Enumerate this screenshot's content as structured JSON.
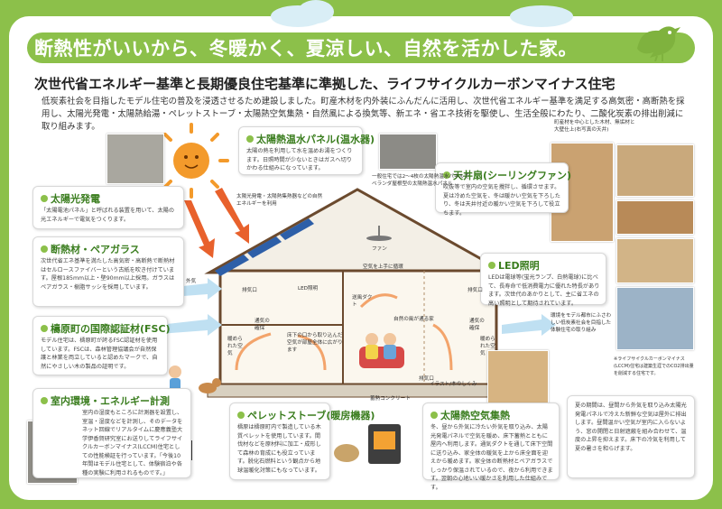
{
  "header": {
    "title": "断熱性がいいから、冬暖かく、夏涼しい、自然を活かした家。",
    "subtitle": "次世代省エネルギー基準と長期優良住宅基準に準拠した、ライフサイクルカーボンマイナス住宅",
    "intro": "低炭素社会を目指したモデル住宅の普及を浸透させるため建設しました。町産木材を内外装にふんだんに活用し、次世代省エネルギー基準を満足する高気密・高断熱を採用し、太陽光発電・太陽熱給湯・ペレットストーブ・太陽熱空気集熱・自然風による換気等、新エネ・省エネ技術を駆使し、生活全般にわたり、二酸化炭素の排出削減に取り組みます。"
  },
  "colors": {
    "accent": "#8cc04a",
    "title_green": "#3a7d1e",
    "sun": "#f39a2b",
    "arrow": "#e8612c"
  },
  "boxes": {
    "solar_power": {
      "title": "太陽光発電",
      "text": "「太陽電池パネル」と呼ばれる装置を用いて、太陽の光エネルギーで電気をつくります。"
    },
    "insulation": {
      "title": "断熱材・ペアガラス",
      "text": "次世代省エネ基準を満たした高気密・高断熱で断熱材はセルロースファイバーという古紙を吹き付けています。屋根185mm以上・壁90mm以上採用。ガラスはペアガラス・樹脂サッシを採用しています。"
    },
    "fsc": {
      "title": "檮原町の国際認証材(FSC)",
      "text": "モデル住宅は、檮原町が誇るFSC認証材を使用しています。FSCは、森林管理協議会が自然保護と林業を両立していると認めたマークで、自然にやさしい木の製品の証明です。"
    },
    "indoor": {
      "title": "室内環境・エネルギー計測",
      "text": "室内の湿度もところに計測器を設置し、室温・湿度などを計測し、そのデータを ネット回線でリアルタイムに慶應義塾大学伊香賀研究室にお送りしてライフサイクルカーボンマイナス(LCCM)住宅としての性能検証を行っています。「今後10年間はモデル住宅として、体験宿泊や各種の実験に利用されるものです。」"
    },
    "solar_water": {
      "title": "太陽熱温水パネル(温水器)",
      "text": "太陽の熱を利用して水を温めお湯をつくります。日照時間が少ないときはガスへ切りかわる仕組みになっています。"
    },
    "fan": {
      "title": "天井扇(シーリングファン)",
      "text": "吹抜等で室内の空気を攪拌し、循環させます。夏は冷めた空気を、冬は暖かい空気を下ろしたり、冬は天井付近の暖かい空気を下ろして役立ちます。"
    },
    "led": {
      "title": "LED照明",
      "text": "LEDは電球等(蛍光ランプ、白熱電球)に比べて、長寿命で低消費電力に優れた特長があります。次世代のあかりとして、主に省エネの高い照明として期待されています。"
    },
    "pellet": {
      "title": "ペレットストーブ(暖房機器)",
      "text": "檮原は檮原町内で製造している木質ペレットを使用しています。間伐材などを原材料に加工・成形して森林の育成にも役立っています。脱化石燃料という観点から地球温暖化対策にもなっています。"
    },
    "solar_air": {
      "title": "太陽熱空気集熱",
      "text": "冬、昼から外気に冷たい外気を取り込み、太陽光発電パネルで空気を暖め、床下蓄熱とともに屋内へ利用します。通気ダクトを通して床下空間に送り込み、家全体の暖気を上から床全面を迎えから暖めます。家全体の断熱材とペアガラスでしっかり保温されているので、夜から利用できます。翌朝の心地いい暖かさを利用した仕組みです。"
    }
  },
  "labels": {
    "solar_tile": "太陽光発電・太陽熱集熱器などの自然エネルギーを利用",
    "solar_water_caption": "一般住宅では2〜4枚の太陽熱温水パネルでベランダ屋根型の太陽熱温水パネル",
    "fan_label": "ファン",
    "air_note": "空気を上手に循環",
    "outside": "外気",
    "exhaust_a": "排気口",
    "exhaust_b": "排気口",
    "exhaust_c": "排気口",
    "led_tag": "LED照明",
    "duct_tag": "送風ダクト",
    "vent_a": "通気の確保",
    "vent_b": "通気の確保",
    "natural_wind": "自然の風が通る家",
    "wall_warm_a": "暖められた空気",
    "wall_warm_b": "暖められた空気",
    "floor_flow": "床下の口から取り込んだ空気が部屋全体に広がります",
    "floor_concrete": "蓄熱コンクリート",
    "illustration": "イラスト/本のしくみ",
    "photo_caption_top": "町産材を中心とした木材、無垢材と大壁仕上(右写真の天井)",
    "photo_caption_right": "環境をモデル都市にふさわしい低炭素社会を目指した体験住宅の取り組み",
    "lccm_caption": "※ライフサイクルカーボンマイナス(LCCM)住宅は建築生涯でのCO2排出量を削減する住宅です。",
    "summer_note": "夏の期間は、昼間から外気を取り込み太陽光発電パネルで冷えた新鮮な空気は屋外に排出します。昼間温かい空気が室内に入らないよう、窓の開閉と日射遮蔽を組み合わせて、温度の上昇を抑えます。床下の冷気を利用して夏の暑さを和らげます。"
  }
}
